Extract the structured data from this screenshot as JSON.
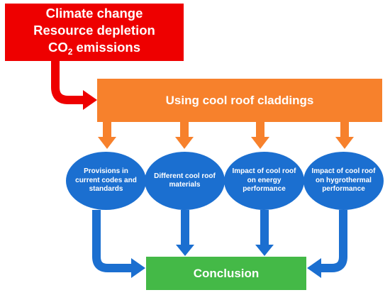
{
  "top_box": {
    "line1": "Climate change",
    "line2": "Resource depletion",
    "line3_prefix": "CO",
    "line3_sub": "2",
    "line3_suffix": " emissions"
  },
  "main_box": {
    "label": "Using cool roof claddings"
  },
  "topics": [
    {
      "label": "Provisions in current codes and standards"
    },
    {
      "label": "Different cool roof materials"
    },
    {
      "label": "Impact of cool roof on energy performance"
    },
    {
      "label": "Impact of cool roof on hygrothermal performance"
    }
  ],
  "conclusion_box": {
    "label": "Conclusion"
  },
  "colors": {
    "red": "#ee0000",
    "orange": "#f7812c",
    "blue": "#1b6fd0",
    "green": "#44b947"
  }
}
